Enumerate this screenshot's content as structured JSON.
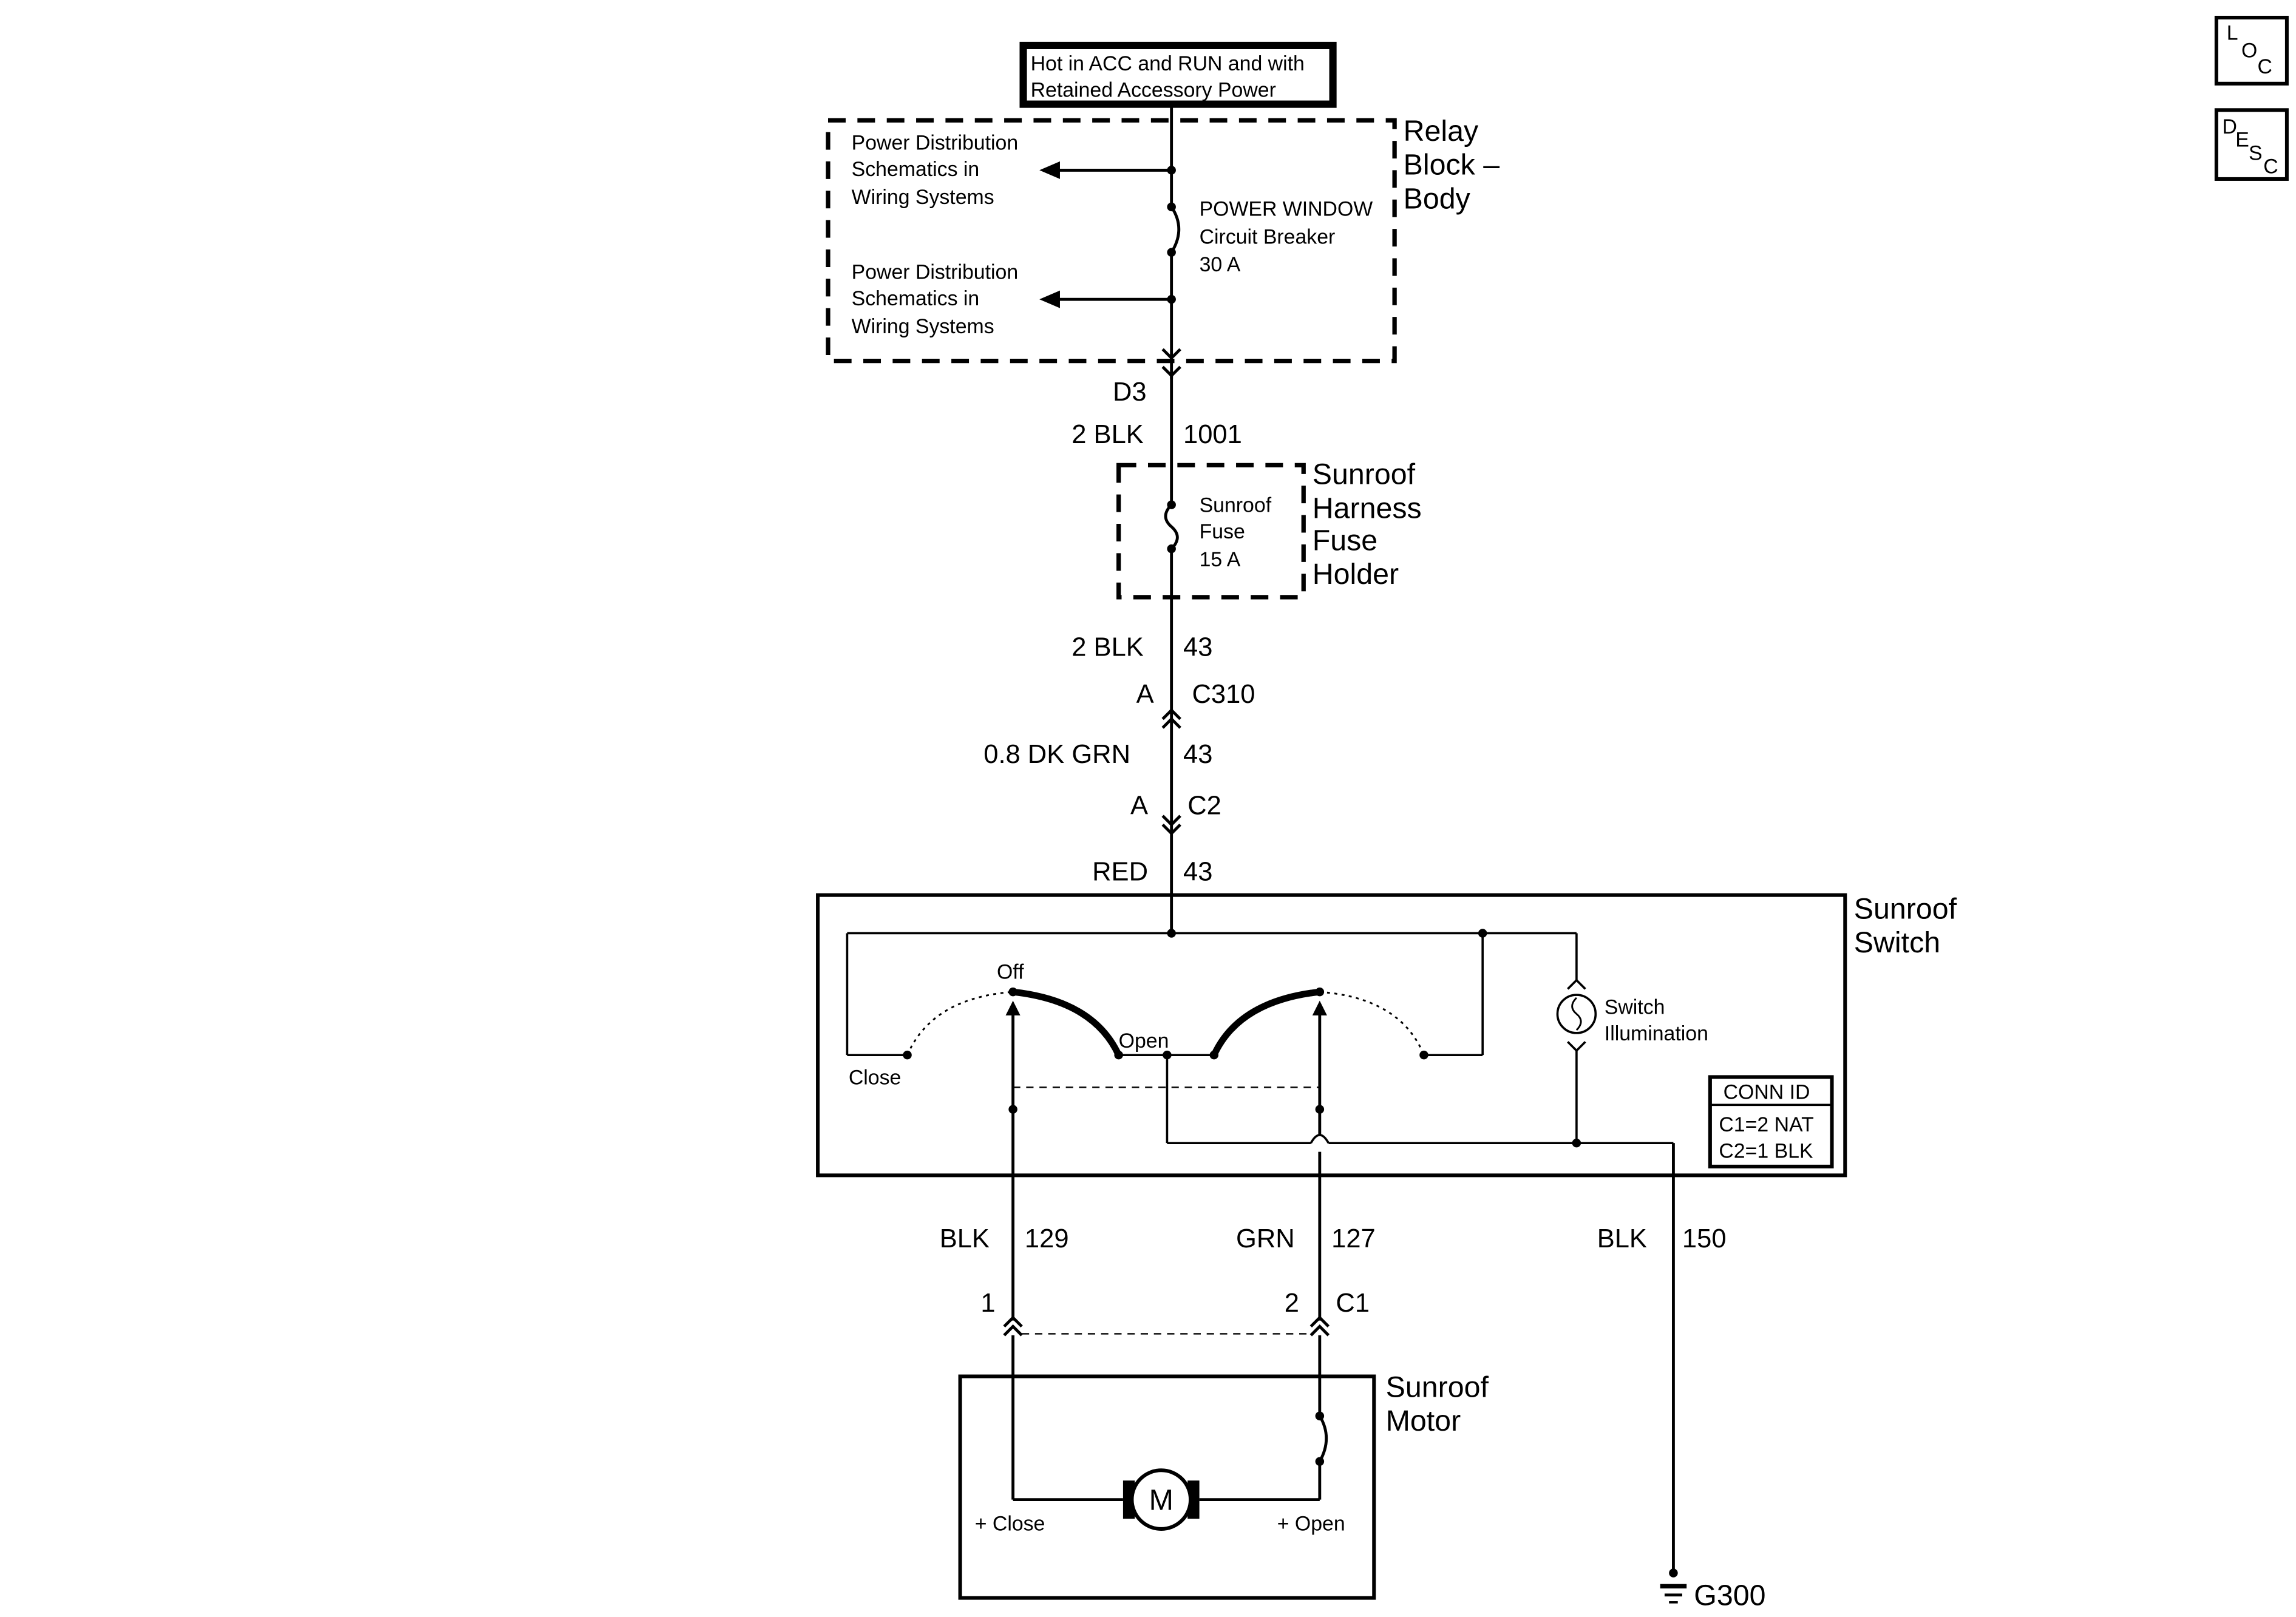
{
  "power_source": {
    "line1": "Hot in ACC and RUN and with",
    "line2": "Retained Accessory Power"
  },
  "relay_block": {
    "name": [
      "Relay",
      "Block –",
      "Body"
    ],
    "branch_1": [
      "Power Distribution",
      "Schematics in",
      "Wiring Systems"
    ],
    "branch_2": [
      "Power Distribution",
      "Schematics in",
      "Wiring Systems"
    ],
    "breaker": [
      "POWER WINDOW",
      "Circuit Breaker",
      "30 A"
    ],
    "terminal": "D3"
  },
  "wire_1001": {
    "color": "2 BLK",
    "circuit": "1001"
  },
  "fuse_holder": {
    "name": [
      "Sunroof",
      "Harness",
      "Fuse",
      "Holder"
    ],
    "fuse": [
      "Sunroof",
      "Fuse",
      "15 A"
    ]
  },
  "wire_43a": {
    "color": "2 BLK",
    "circuit": "43"
  },
  "c310": {
    "pin": "A",
    "connector": "C310"
  },
  "wire_43b": {
    "color": "0.8 DK GRN",
    "circuit": "43"
  },
  "c2": {
    "pin": "A",
    "connector": "C2"
  },
  "wire_43c": {
    "color": "RED",
    "circuit": "43"
  },
  "switch": {
    "name": [
      "Sunroof",
      "Switch"
    ],
    "off_label": "Off",
    "open_label": "Open",
    "close_label": "Close",
    "illumination": [
      "Switch",
      "Illumination"
    ],
    "conn_id": {
      "title": "CONN ID",
      "c1": "C1=2 NAT",
      "c2": "C2=1 BLK"
    }
  },
  "wire_129": {
    "color": "BLK",
    "circuit": "129"
  },
  "wire_127": {
    "color": "GRN",
    "circuit": "127"
  },
  "wire_150": {
    "color": "BLK",
    "circuit": "150"
  },
  "c1": {
    "pin_1": "1",
    "pin_2": "2",
    "connector": "C1"
  },
  "motor": {
    "name": [
      "Sunroof",
      "Motor"
    ],
    "symbol": "M",
    "close_terminal": "+ Close",
    "open_terminal": "+ Open"
  },
  "ground": "G300",
  "nav_icons": {
    "loc": {
      "l": "L",
      "o": "O",
      "c": "C"
    },
    "desc": {
      "d": "D",
      "e": "E",
      "s": "S",
      "c": "C"
    }
  }
}
